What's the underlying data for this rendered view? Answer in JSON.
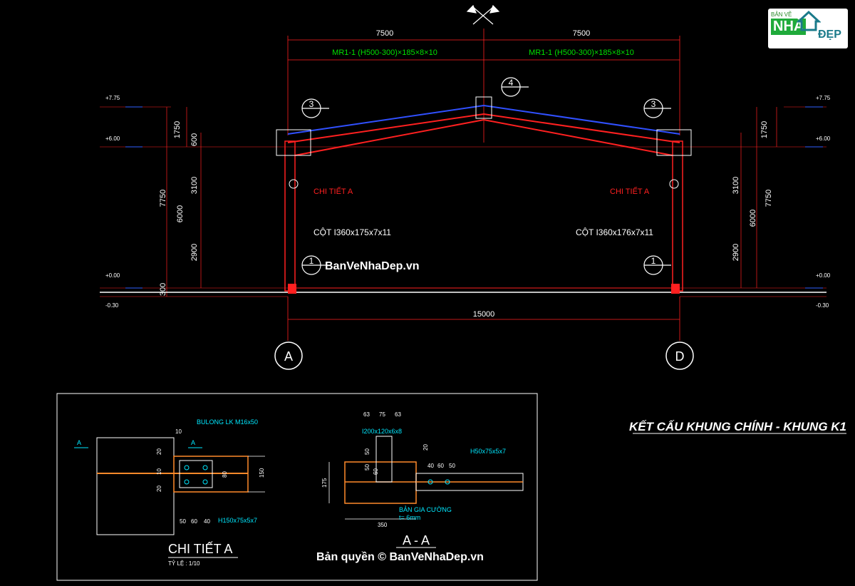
{
  "logo": {
    "line1": "BẢN VẼ",
    "line2": "NHÀ",
    "line3": "ĐẸP"
  },
  "top_dims": {
    "left": "7500",
    "right": "7500",
    "span": "15000"
  },
  "rafters": {
    "left": "MR1-1 (H500-300)×185×8×10",
    "right": "MR1-1 (H500-300)×185×8×10"
  },
  "levels": {
    "l775": "+7.75",
    "l600": "+6.00",
    "l000": "+0.00",
    "lm030": "-0.30"
  },
  "vert_dims": {
    "d1750": "1750",
    "d600": "600",
    "d3100": "3100",
    "d7750": "7750",
    "d6000": "6000",
    "d2900": "2900",
    "d300": "300"
  },
  "callouts": {
    "c1": "1",
    "c3": "3",
    "c4": "4"
  },
  "detail_ref": {
    "left": "CHI TIẾT A",
    "right": "CHI TIẾT A"
  },
  "columns": {
    "left": "CỘT I360x175x7x11",
    "right": "CỘT I360x176x7x11"
  },
  "watermark_top": "BanVeNhaDep.vn",
  "axes": {
    "a": "A",
    "d": "D"
  },
  "title": "KẾT CẤU KHUNG CHÍNH - KHUNG K1",
  "detail": {
    "bolt": "BULONG LK M16x50",
    "section_mark": "A",
    "d10": "10",
    "d20": "20",
    "d80": "80",
    "d150": "150",
    "d50": "50",
    "d60": "60",
    "d40": "40",
    "angle": "H150x75x5x7",
    "title": "CHI TIẾT A",
    "scale": "TỶ LỆ : 1/10"
  },
  "section": {
    "d63a": "63",
    "d75": "75",
    "d63b": "63",
    "plate": "I200x120x6x8",
    "d20": "20",
    "d50": "50",
    "d60": "60",
    "d40": "40",
    "d175": "175",
    "d350": "350",
    "angle": "H50x75x5x7",
    "stiff1": "BẢN GIA CƯỜNG",
    "stiff2": "t= 6mm",
    "title": "A - A"
  },
  "copyright": "Bản quyền © BanVeNhaDep.vn"
}
